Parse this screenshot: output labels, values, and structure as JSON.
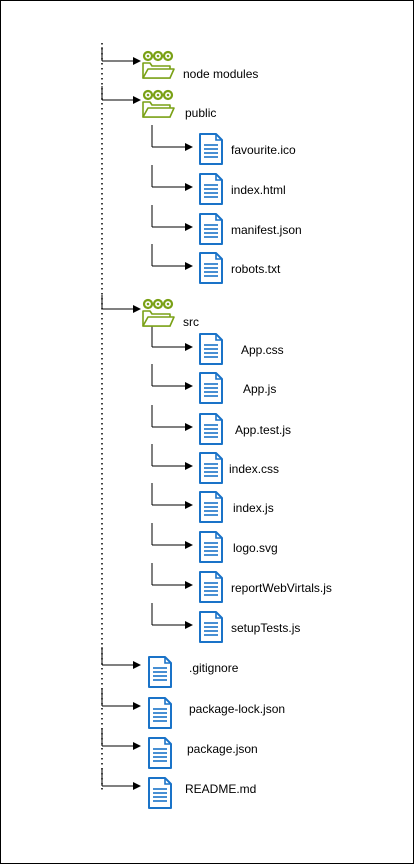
{
  "tree": [
    {
      "label": "node modules",
      "kind": "folder",
      "level": 0
    },
    {
      "label": "public",
      "kind": "folder",
      "level": 0
    },
    {
      "label": "favourite.ico",
      "kind": "file",
      "level": 1
    },
    {
      "label": "index.html",
      "kind": "file",
      "level": 1
    },
    {
      "label": "manifest.json",
      "kind": "file",
      "level": 1
    },
    {
      "label": "robots.txt",
      "kind": "file",
      "level": 1
    },
    {
      "label": "src",
      "kind": "folder",
      "level": 0
    },
    {
      "label": "App.css",
      "kind": "file",
      "level": 1
    },
    {
      "label": "App.js",
      "kind": "file",
      "level": 1
    },
    {
      "label": "App.test.js",
      "kind": "file",
      "level": 1
    },
    {
      "label": "index.css",
      "kind": "file",
      "level": 1
    },
    {
      "label": "index.js",
      "kind": "file",
      "level": 1
    },
    {
      "label": "logo.svg",
      "kind": "file",
      "level": 1
    },
    {
      "label": "reportWebVirtals.js",
      "kind": "file",
      "level": 1
    },
    {
      "label": "setupTests.js",
      "kind": "file",
      "level": 1
    },
    {
      "label": ".gitignore",
      "kind": "file",
      "level": 0
    },
    {
      "label": "package-lock.json",
      "kind": "file",
      "level": 0
    },
    {
      "label": "package.json",
      "kind": "file",
      "level": 0
    },
    {
      "label": "README.md",
      "kind": "file",
      "level": 0
    }
  ],
  "colors": {
    "folder": "#7AA116",
    "file": "#1A73C8",
    "connector": "#000000"
  }
}
